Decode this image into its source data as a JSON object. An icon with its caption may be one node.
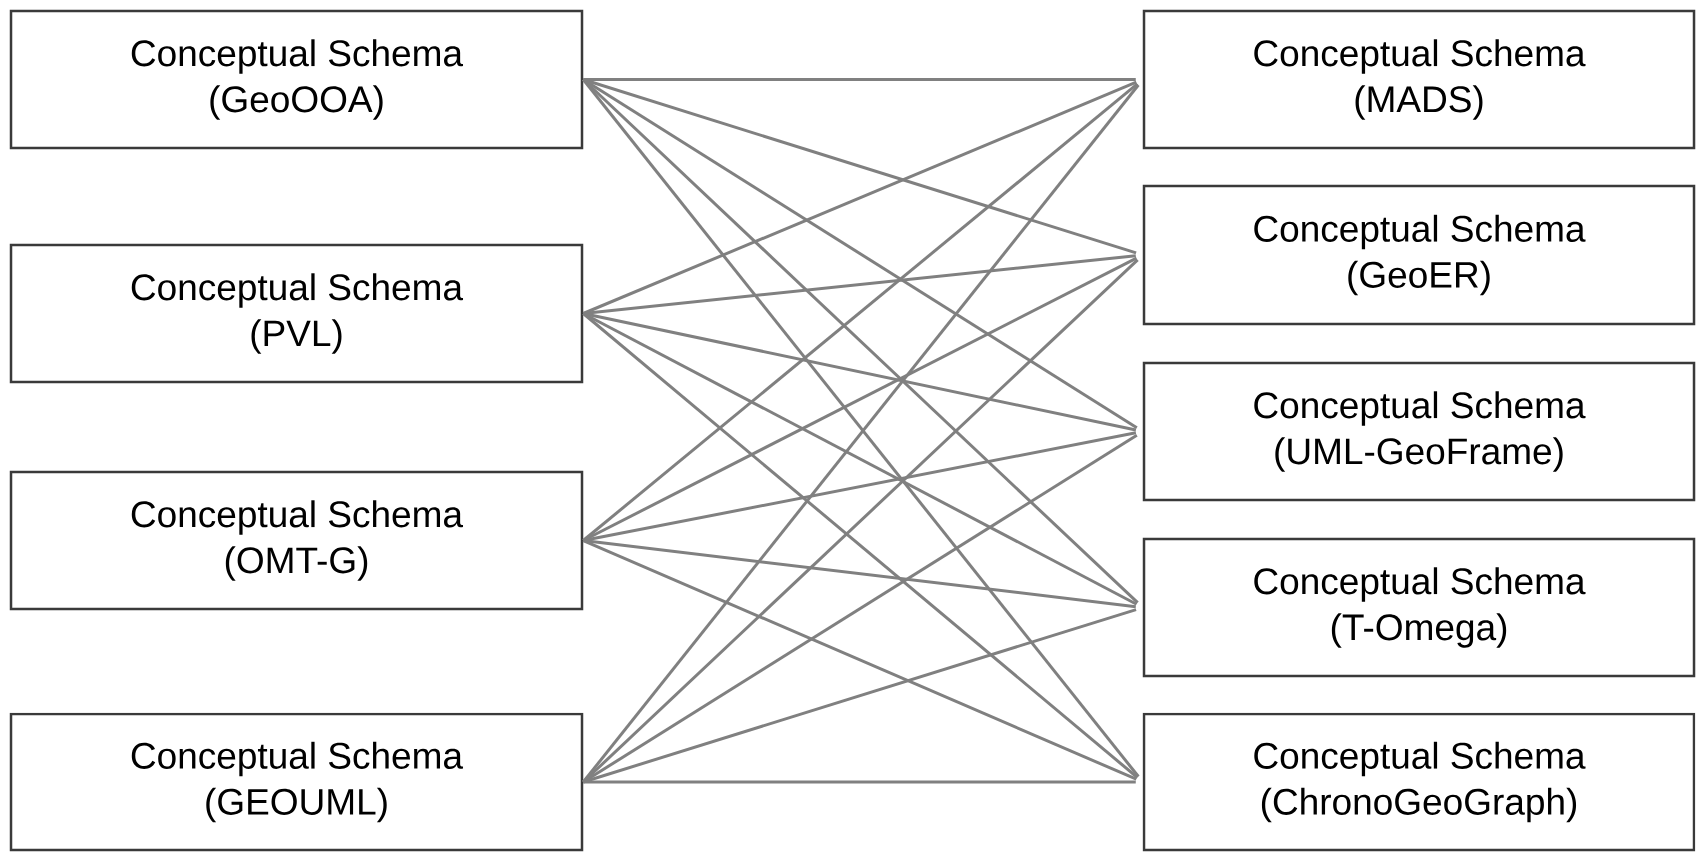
{
  "diagram": {
    "nodes": [
      {
        "text": [
          "Conceptual Schema",
          "(GeoOOA)"
        ]
      },
      {
        "text": [
          "Conceptual Schema",
          "(PVL)"
        ]
      },
      {
        "text": [
          "Conceptual Schema",
          "(OMT-G)"
        ]
      },
      {
        "text": [
          "Conceptual Schema",
          "(GEOUML)"
        ]
      },
      {
        "text": [
          "Conceptual Schema",
          "(MADS)"
        ]
      },
      {
        "text": [
          "Conceptual Schema",
          "(GeoER)"
        ]
      },
      {
        "text": [
          "Conceptual Schema",
          "(UML-GeoFrame)"
        ]
      },
      {
        "text": [
          "Conceptual Schema",
          "(T-Omega)"
        ]
      },
      {
        "text": [
          "Conceptual Schema",
          "(ChronoGeoGraph)"
        ]
      }
    ],
    "edges": [
      {
        "from": 0,
        "to": 4,
        "arrow": "none"
      },
      {
        "from": 0,
        "to": 5,
        "arrow": "none"
      },
      {
        "from": 0,
        "to": 6,
        "arrow": "none"
      },
      {
        "from": 0,
        "to": 7,
        "arrow": "none"
      },
      {
        "from": 0,
        "to": 8,
        "arrow": "none"
      },
      {
        "from": 1,
        "to": 4,
        "arrow": "none"
      },
      {
        "from": 1,
        "to": 5,
        "arrow": "none"
      },
      {
        "from": 1,
        "to": 6,
        "arrow": "none"
      },
      {
        "from": 1,
        "to": 7,
        "arrow": "none"
      },
      {
        "from": 1,
        "to": 8,
        "arrow": "none"
      },
      {
        "from": 2,
        "to": 4,
        "arrow": "none"
      },
      {
        "from": 2,
        "to": 5,
        "arrow": "none"
      },
      {
        "from": 2,
        "to": 6,
        "arrow": "none"
      },
      {
        "from": 2,
        "to": 7,
        "arrow": "none"
      },
      {
        "from": 2,
        "to": 8,
        "arrow": "none"
      },
      {
        "from": 3,
        "to": 4,
        "arrow": "none"
      },
      {
        "from": 3,
        "to": 5,
        "arrow": "none"
      },
      {
        "from": 3,
        "to": 6,
        "arrow": "none"
      },
      {
        "from": 3,
        "to": 7,
        "arrow": "none"
      },
      {
        "from": 3,
        "to": 8,
        "arrow": "none"
      }
    ]
  }
}
